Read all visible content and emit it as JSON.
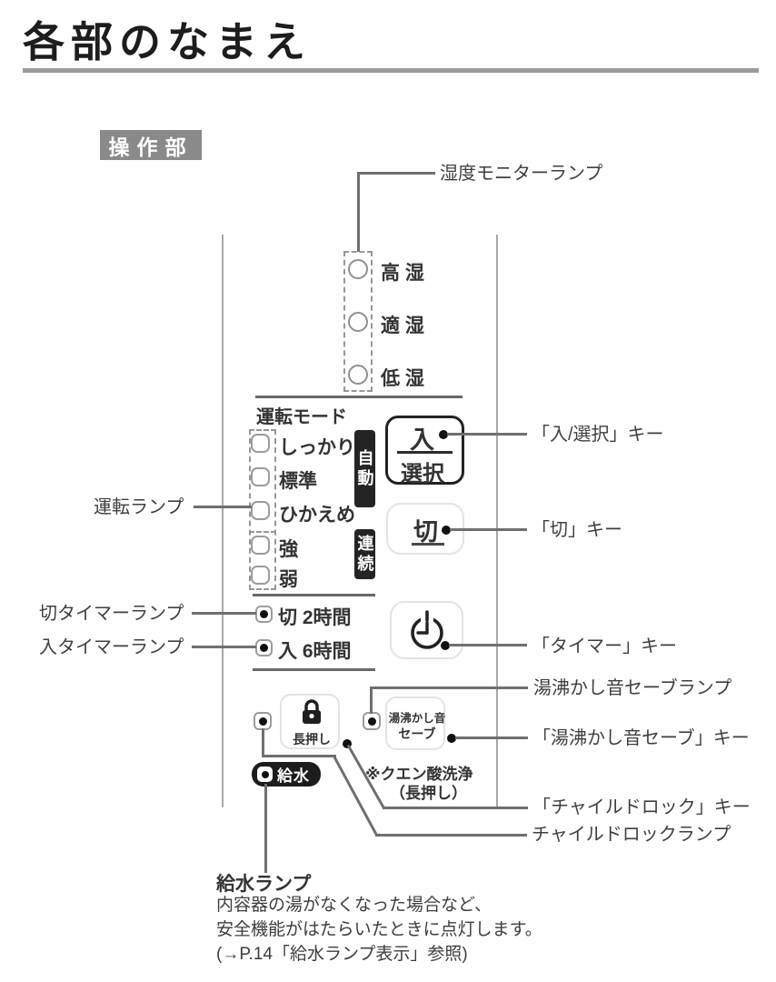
{
  "page": {
    "title": "各部のなまえ",
    "section_tag": "操作部"
  },
  "humidity": {
    "callout": "湿度モニターランプ",
    "lamps": [
      "高 湿",
      "適 湿",
      "低 湿"
    ]
  },
  "mode": {
    "header": "運転モード",
    "lamps": [
      "しっかり",
      "標準",
      "ひかえめ",
      "強",
      "弱"
    ],
    "auto_badge": "自動",
    "continuous_badge": "連続",
    "run_lamp_callout": "運転ランプ"
  },
  "keys": {
    "power_select_top": "入",
    "power_select_bottom": "選択",
    "power_select_callout": "「入/選択」キー",
    "off_key": "切",
    "off_key_callout": "「切」キー",
    "timer_key_callout": "「タイマー」キー"
  },
  "timer_lamps": {
    "off_row": "切 2時間",
    "on_row": "入 6時間",
    "off_callout": "切タイマーランプ",
    "on_callout": "入タイマーランプ"
  },
  "boil_save": {
    "button_line1": "湯沸かし音",
    "button_line2": "セーブ",
    "lamp_callout": "湯沸かし音セーブランプ",
    "key_callout": "「湯沸かし音セーブ」キー"
  },
  "child_lock": {
    "button_text": "長押し",
    "key_callout": "「チャイルドロック」キー",
    "lamp_callout": "チャイルドロックランプ",
    "citric_line1": "※クエン酸洗浄",
    "citric_line2": "（長押し）"
  },
  "water": {
    "badge": "給水",
    "lamp_callout": "給水ランプ",
    "desc": [
      "内容器の湯がなくなった場合など、",
      "安全機能がはたらいたときに点灯します。",
      "(→P.14「給水ランプ表示」参照)"
    ]
  },
  "icons": {
    "timer_button": "clock-icon",
    "child_lock_button": "padlock-icon"
  },
  "colors": {
    "text": "#3a3a3a",
    "title": "#1d1d1d",
    "badge_black": "#242424",
    "tag_gray": "#8a8a8a",
    "connector_gray": "#6f6f6f",
    "panel_edge_gray": "#a8a8a8"
  }
}
